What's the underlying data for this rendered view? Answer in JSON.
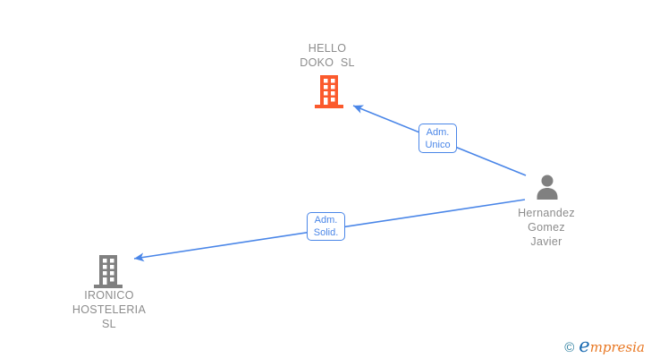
{
  "diagram": {
    "type": "corporate-relationship-graph",
    "colors": {
      "edge_blue": "#4a86e8",
      "node_gray": "#8c8c8c",
      "icon_gray": "#808080",
      "company_orange": "#fb5a2d",
      "background": "#ffffff"
    }
  },
  "nodes": {
    "hello_doko": {
      "type": "company",
      "icon": "building-icon",
      "icon_color": "#fb5a2d",
      "label_lines": {
        "0": "HELLO",
        "1": "DOKO  SL"
      }
    },
    "hernandez": {
      "type": "person",
      "icon": "person-icon",
      "icon_color": "#808080",
      "label_lines": {
        "0": "Hernandez",
        "1": "Gomez",
        "2": "Javier"
      }
    },
    "ironico": {
      "type": "company",
      "icon": "building-icon",
      "icon_color": "#808080",
      "label_lines": {
        "0": "IRONICO",
        "1": "HOSTELERIA",
        "2": "SL"
      }
    }
  },
  "edges": {
    "0": {
      "from": "Hernandez Gomez Javier",
      "to": "HELLO DOKO SL",
      "label_lines": {
        "0": "Adm.",
        "1": "Unico"
      }
    },
    "1": {
      "from": "Hernandez Gomez Javier",
      "to": "IRONICO HOSTELERIA SL",
      "label_lines": {
        "0": "Adm.",
        "1": "Solid."
      }
    }
  },
  "watermark": {
    "symbol": "©",
    "brand_initial": "e",
    "brand_rest": "mpresia"
  }
}
